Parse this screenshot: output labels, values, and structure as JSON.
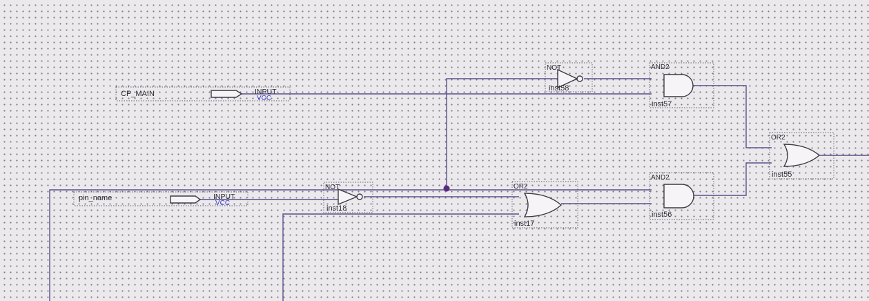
{
  "schematic": {
    "pins": [
      {
        "name": "CP_MAIN",
        "type": "INPUT",
        "default": "VCC"
      },
      {
        "name": "pin_name",
        "type": "INPUT",
        "default": "VCC"
      }
    ],
    "gates": [
      {
        "type": "NOT",
        "instance": "inst58"
      },
      {
        "type": "AND2",
        "instance": "inst57"
      },
      {
        "type": "OR2",
        "instance": "inst55"
      },
      {
        "type": "NOT",
        "instance": "inst18"
      },
      {
        "type": "OR2",
        "instance": "inst17"
      },
      {
        "type": "AND2",
        "instance": "inst56"
      }
    ]
  },
  "colors": {
    "background": "#ece9ed",
    "wire": "#5b4f8a",
    "junction": "#5a2a82",
    "pin_default_text": "#3a3fd1"
  }
}
